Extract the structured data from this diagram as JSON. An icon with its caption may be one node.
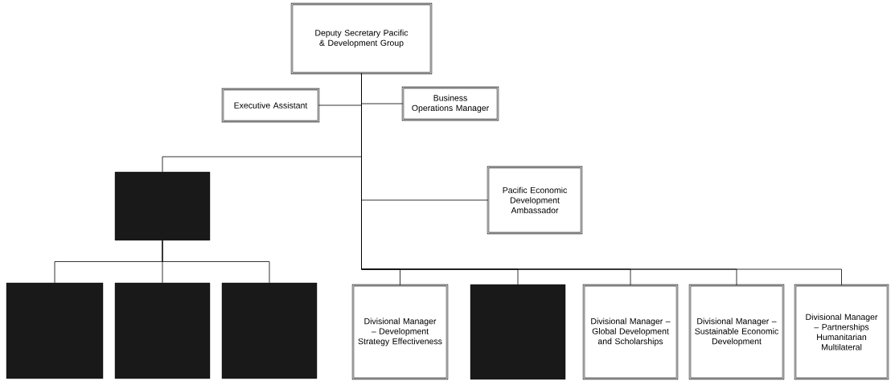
{
  "diagram": {
    "nodes": [
      {
        "text": [
          "Deputy Secretary Pacific & Development Group"
        ]
      },
      {
        "text": [
          "Executive Assistant"
        ]
      },
      {
        "text": [
          "Business Operations Manager"
        ]
      },
      {
        "text": [],
        "shape": "box"
      },
      {
        "text": [],
        "shape": "box"
      },
      {
        "text": [],
        "shape": "box"
      },
      {
        "text": [],
        "shape": "box"
      },
      {
        "text": [
          "Pacific Economic Development Ambassador"
        ]
      },
      {
        "text": [
          "Divisional Manager – Development Strategy Effectiveness"
        ]
      },
      {
        "text": [],
        "shape": "box"
      },
      {
        "text": [
          "Divisional Manager – Global Development and Scholarships"
        ]
      },
      {
        "text": [
          "Divisional Manager – Sustainable Economic Development"
        ]
      },
      {
        "text": [
          "Divisional Manager – Partnerships Humanitarian Multilateral"
        ]
      }
    ],
    "edges": [
      {
        "from": 0,
        "to": 1,
        "arrow": "none"
      },
      {
        "from": 0,
        "to": 2,
        "arrow": "none"
      },
      {
        "from": 0,
        "to": 3,
        "arrow": "none"
      },
      {
        "from": 3,
        "to": 4,
        "arrow": "none"
      },
      {
        "from": 3,
        "to": 5,
        "arrow": "none"
      },
      {
        "from": 3,
        "to": 6,
        "arrow": "none"
      },
      {
        "from": 0,
        "to": 7,
        "arrow": "none"
      },
      {
        "from": 0,
        "to": 8,
        "arrow": "none"
      },
      {
        "from": 0,
        "to": 9,
        "arrow": "none"
      },
      {
        "from": 0,
        "to": 10,
        "arrow": "none"
      },
      {
        "from": 0,
        "to": 11,
        "arrow": "none"
      },
      {
        "from": 0,
        "to": 12,
        "arrow": "none"
      }
    ]
  }
}
